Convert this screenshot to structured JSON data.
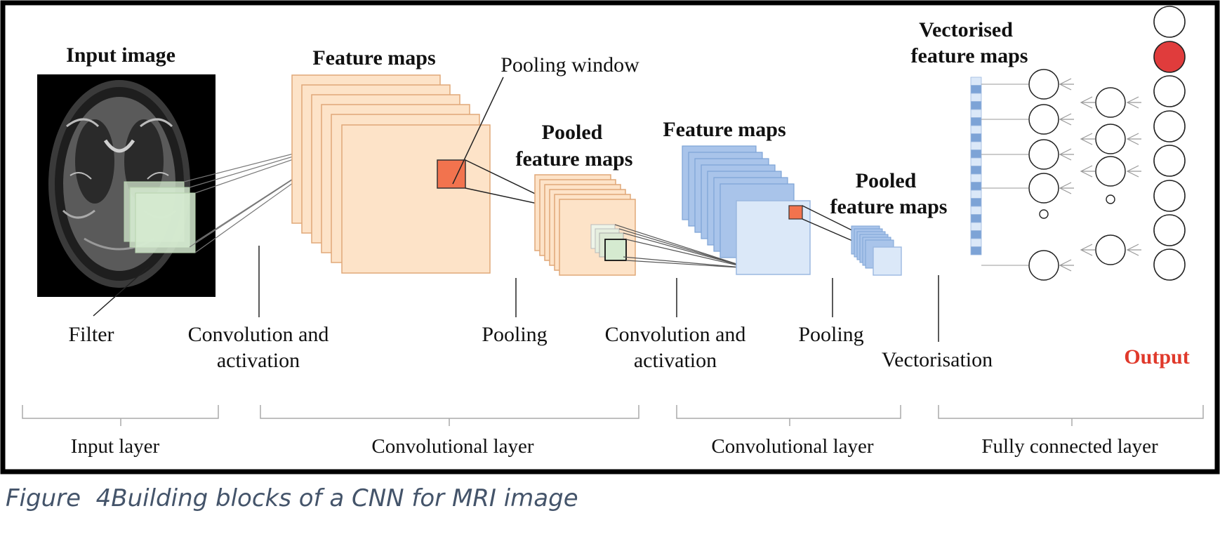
{
  "labels": {
    "input_image": "Input image",
    "feature_maps_1": "Feature maps",
    "pooling_window": "Pooling window",
    "pooled_feature_maps_1_a": "Pooled",
    "pooled_feature_maps_1_b": "feature maps",
    "feature_maps_2": "Feature maps",
    "pooled_feature_maps_2_a": "Pooled",
    "pooled_feature_maps_2_b": "feature maps",
    "vectorised_a": "Vectorised",
    "vectorised_b": "feature maps",
    "filter": "Filter",
    "conv_act_1_a": "Convolution and",
    "conv_act_1_b": "activation",
    "pooling_1": "Pooling",
    "conv_act_2_a": "Convolution and",
    "conv_act_2_b": "activation",
    "pooling_2": "Pooling",
    "vectorisation": "Vectorisation",
    "output": "Output"
  },
  "sections": {
    "input_layer": "Input layer",
    "conv_layer_1": "Convolutional layer",
    "conv_layer_2": "Convolutional layer",
    "fc_layer": "Fully connected layer"
  },
  "caption": "Figure  4Building blocks of a CNN for MRI image",
  "colors": {
    "orange_fill": "#fde3c8",
    "orange_stroke": "#e0a878",
    "blue_fill": "#dbe8f8",
    "blue_stroke": "#7da3d6",
    "blue_stack": "#a9c4ea",
    "pool_window": "#f2734e",
    "filter_green": "#d5ead0",
    "output_active": "#e03c3c",
    "output_text": "#e0392b",
    "caption": "#44546a"
  }
}
